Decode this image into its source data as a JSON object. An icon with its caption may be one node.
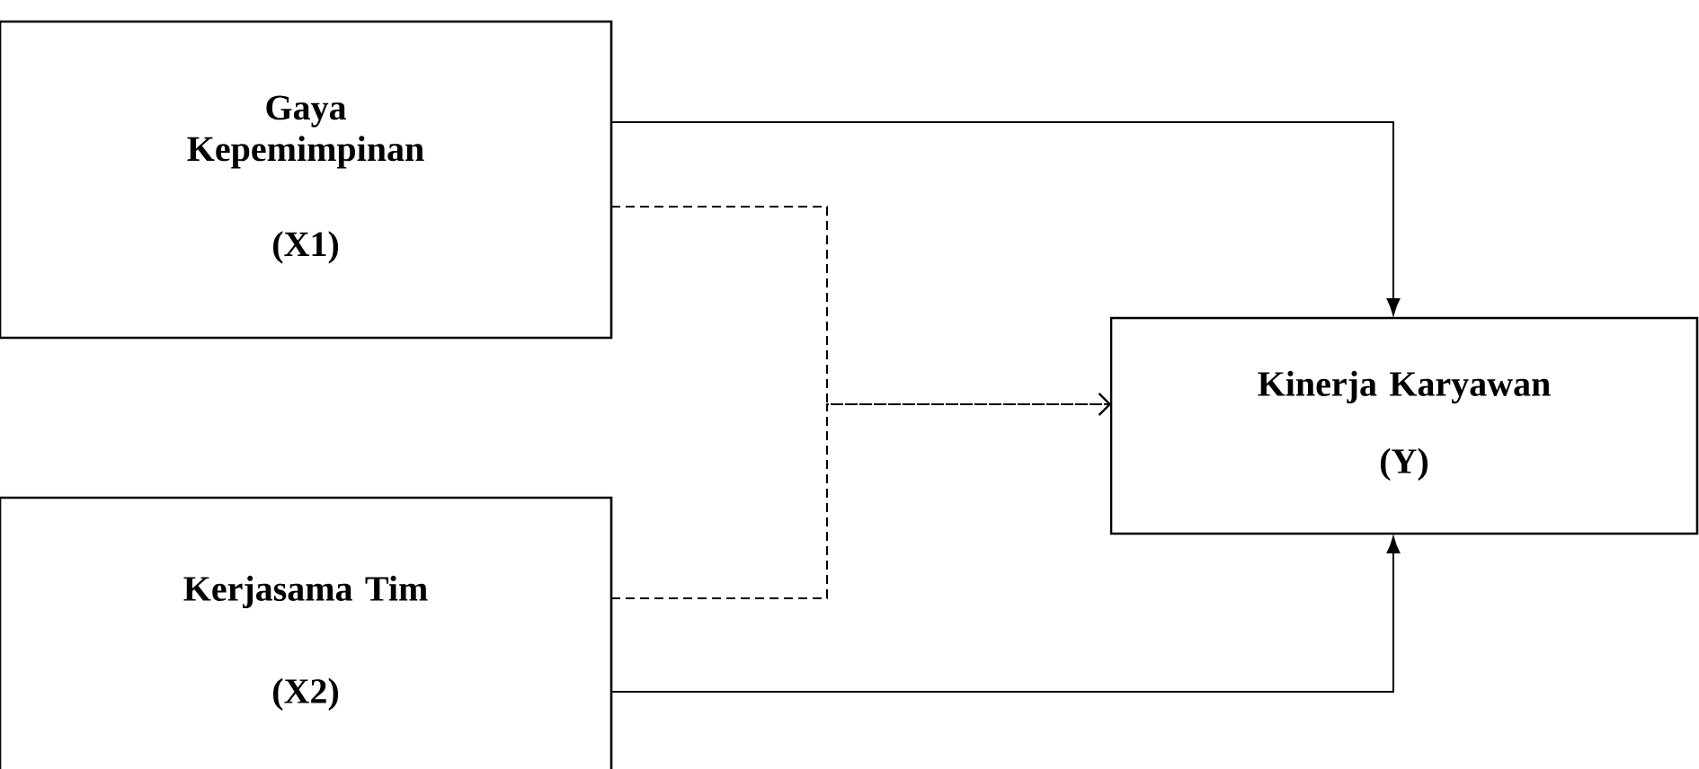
{
  "diagram": {
    "nodes": [
      {
        "text": [
          "Gaya Kepemimpinan",
          "(X1)"
        ]
      },
      {
        "text": [
          "Kerjasama Tim",
          "(X2)"
        ]
      },
      {
        "text": [
          "Kinerja Karyawan",
          "(Y)"
        ]
      }
    ],
    "edges": [
      {
        "from": 0,
        "to": 2,
        "arrow": "to"
      },
      {
        "from": 0,
        "to": 2,
        "arrow": "to",
        "style": "dashed"
      },
      {
        "from": 1,
        "to": 2,
        "arrow": "to",
        "style": "dashed"
      },
      {
        "from": 1,
        "to": 2,
        "arrow": "to"
      }
    ]
  }
}
